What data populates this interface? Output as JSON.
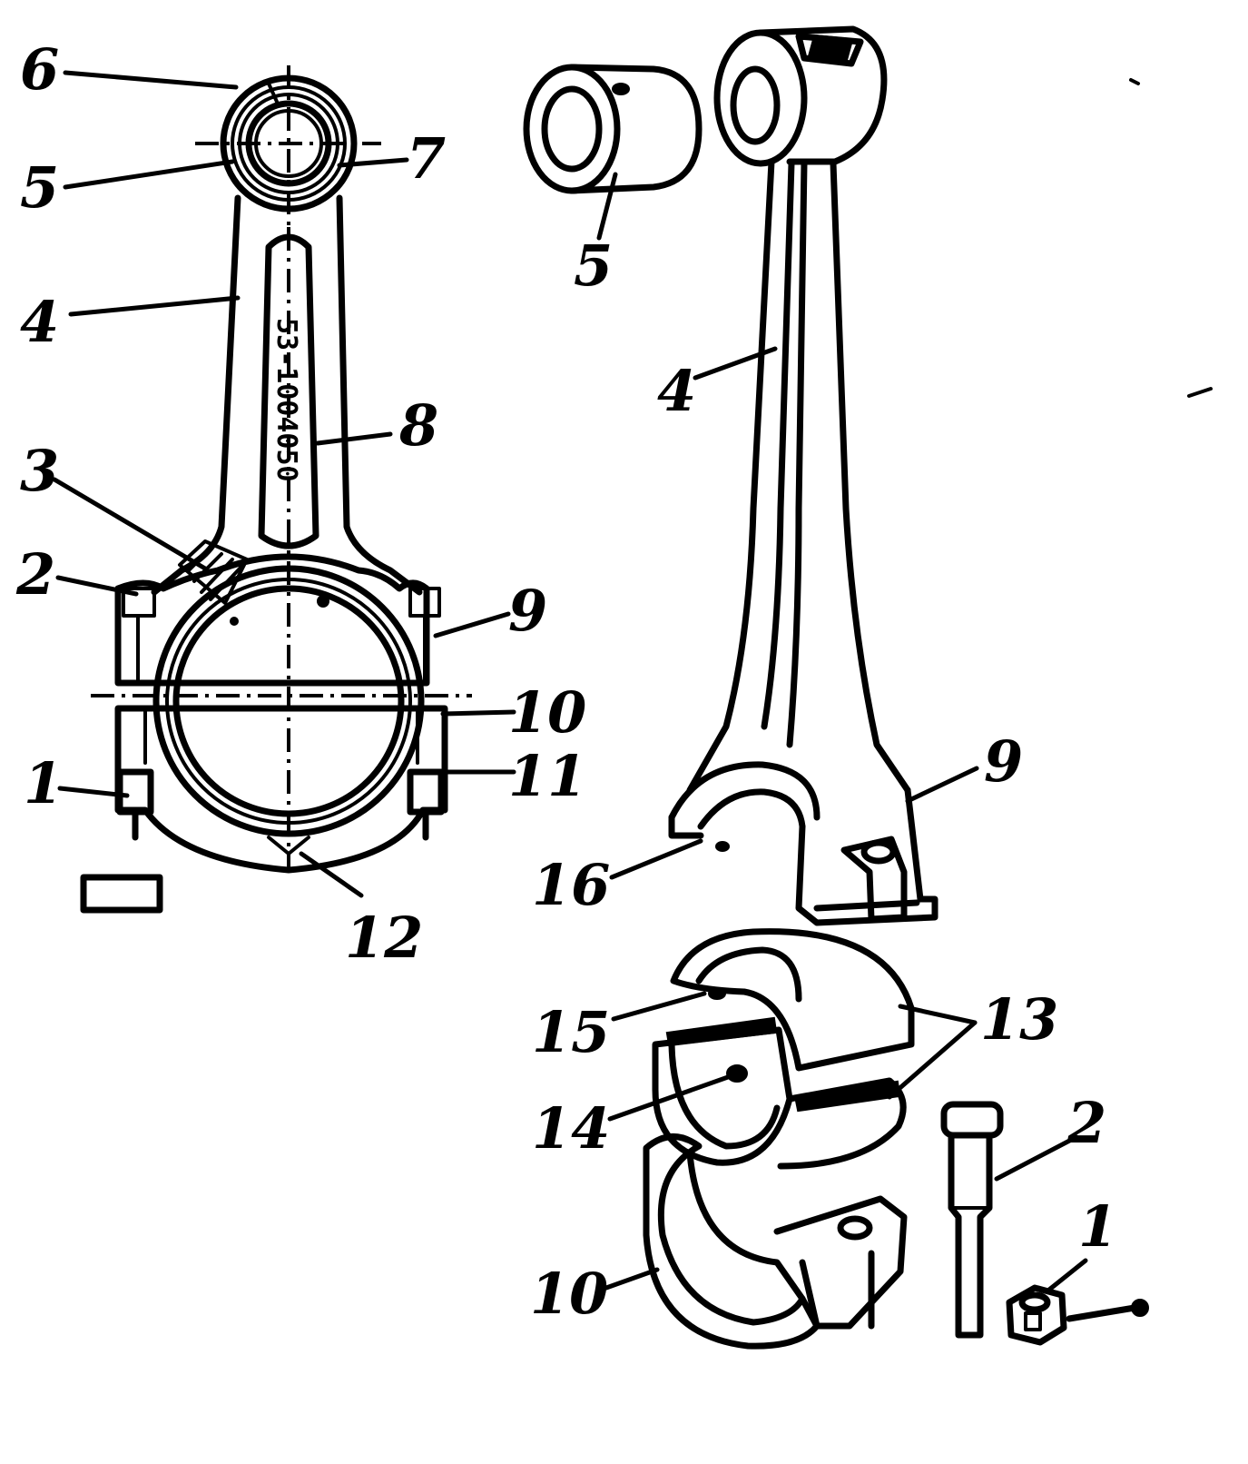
{
  "stamp_text": "53-1004050",
  "callouts": {
    "left": {
      "c6": "6",
      "c5": "5",
      "c7": "7",
      "c4": "4",
      "c8": "8",
      "c3": "3",
      "c2": "2",
      "c9": "9",
      "c10": "10",
      "c1": "1",
      "c11": "11",
      "c12": "12"
    },
    "right": {
      "c5": "5",
      "c4": "4",
      "c9": "9",
      "c16": "16",
      "c15": "15",
      "c13": "13",
      "c14": "14",
      "c2": "2",
      "c1": "1",
      "c10": "10"
    }
  }
}
